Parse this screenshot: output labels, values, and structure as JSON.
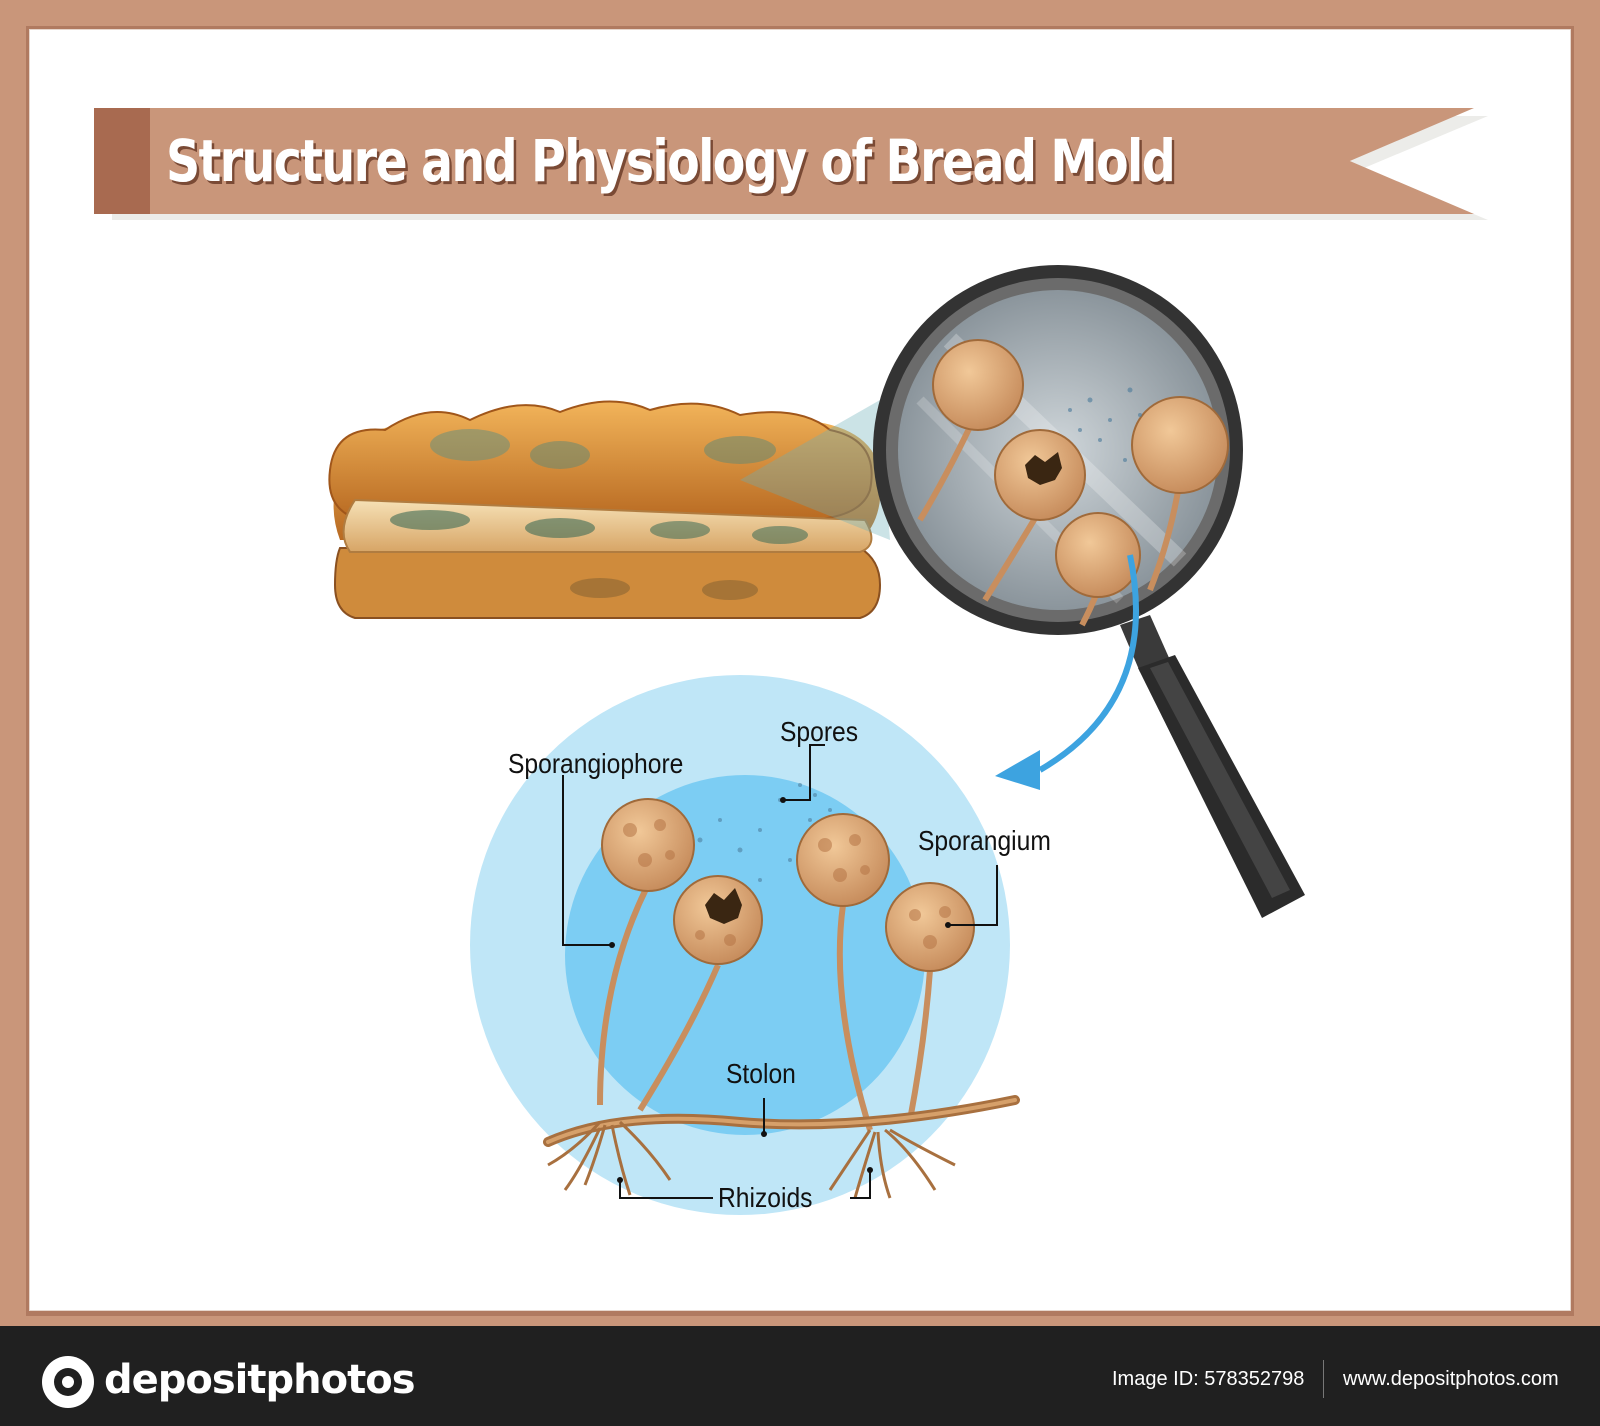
{
  "header": {
    "title": "Structure and Physiology of Bread Mold"
  },
  "labels": {
    "sporangiophore": "Sporangiophore",
    "spores": "Spores",
    "sporangium": "Sporangium",
    "stolon": "Stolon",
    "rhizoids": "Rhizoids"
  },
  "footer": {
    "brand": "depositphotos",
    "image_id_label": "Image ID:",
    "image_id": "578352798",
    "website": "www.depositphotos.com"
  },
  "colors": {
    "border": "#c9967a",
    "banner": "#c9967a",
    "circle_outer": "#bfe6f7",
    "circle_inner": "#7ccdf3",
    "arrow": "#3da3e0",
    "spore": "#d9a879"
  }
}
